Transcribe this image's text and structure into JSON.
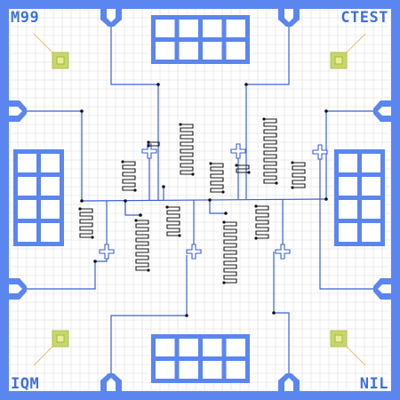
{
  "labels": {
    "top_left": "M99",
    "top_right": "CTEST",
    "bottom_left": "IQM",
    "bottom_right": "NIL"
  },
  "colors": {
    "ground_plane": "#5b86f0",
    "trace": "#3a5fd9",
    "resonator": "#1a1a1a",
    "grid": "#dedede",
    "marker_fill": "#c8d66a",
    "marker_leader": "#e4c070"
  },
  "layout_notes": {
    "pads_per_side": 3,
    "qubit_crosses": 6,
    "meander_resonators": 12,
    "alignment_markers": 4
  }
}
